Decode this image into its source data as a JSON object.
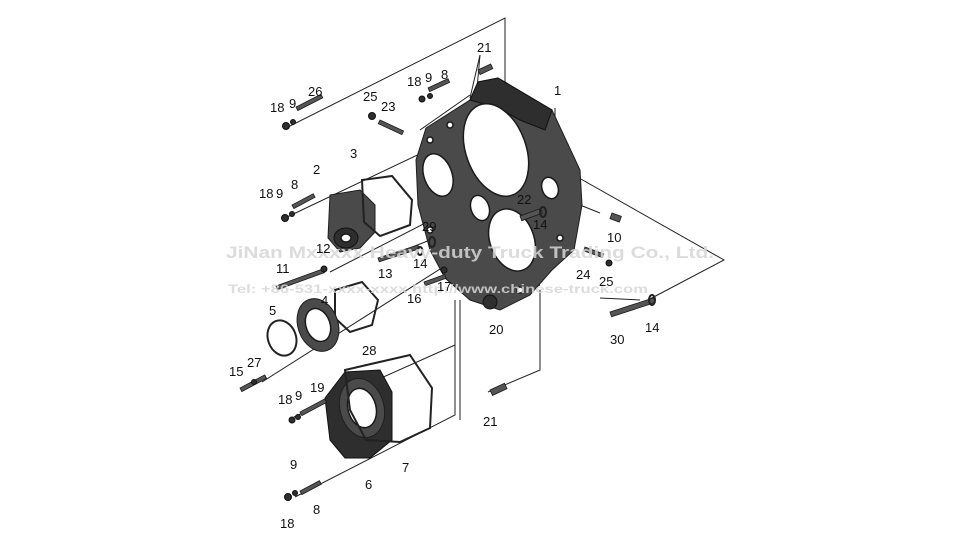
{
  "watermark": {
    "company": "JiNan Mxxxxx Heavy-duty Truck Trading Co., Ltd.",
    "contact": "Tel: +86-531-xxxx-xxxx  http://www.chinese-truck.com"
  },
  "callouts": [
    {
      "id": "c1",
      "text": "1"
    },
    {
      "id": "c2",
      "text": "2"
    },
    {
      "id": "c3",
      "text": "3"
    },
    {
      "id": "c4",
      "text": "4"
    },
    {
      "id": "c5",
      "text": "5"
    },
    {
      "id": "c6",
      "text": "6"
    },
    {
      "id": "c7",
      "text": "7"
    },
    {
      "id": "c8a",
      "text": "8"
    },
    {
      "id": "c8b",
      "text": "8"
    },
    {
      "id": "c8c",
      "text": "8"
    },
    {
      "id": "c9a",
      "text": "9"
    },
    {
      "id": "c9b",
      "text": "9"
    },
    {
      "id": "c9c",
      "text": "9"
    },
    {
      "id": "c9d",
      "text": "9"
    },
    {
      "id": "c9e",
      "text": "9"
    },
    {
      "id": "c10",
      "text": "10"
    },
    {
      "id": "c11",
      "text": "11"
    },
    {
      "id": "c12",
      "text": "12"
    },
    {
      "id": "c13",
      "text": "13"
    },
    {
      "id": "c14a",
      "text": "14"
    },
    {
      "id": "c14b",
      "text": "14"
    },
    {
      "id": "c14c",
      "text": "14"
    },
    {
      "id": "c15",
      "text": "15"
    },
    {
      "id": "c16",
      "text": "16"
    },
    {
      "id": "c17",
      "text": "17"
    },
    {
      "id": "c18a",
      "text": "18"
    },
    {
      "id": "c18b",
      "text": "18"
    },
    {
      "id": "c18c",
      "text": "18"
    },
    {
      "id": "c18d",
      "text": "18"
    },
    {
      "id": "c18e",
      "text": "18"
    },
    {
      "id": "c19",
      "text": "19"
    },
    {
      "id": "c20",
      "text": "20"
    },
    {
      "id": "c21a",
      "text": "21"
    },
    {
      "id": "c21b",
      "text": "21"
    },
    {
      "id": "c22",
      "text": "22"
    },
    {
      "id": "c23",
      "text": "23"
    },
    {
      "id": "c24",
      "text": "24"
    },
    {
      "id": "c25a",
      "text": "25"
    },
    {
      "id": "c25b",
      "text": "25"
    },
    {
      "id": "c26",
      "text": "26"
    },
    {
      "id": "c27",
      "text": "27"
    },
    {
      "id": "c28",
      "text": "28"
    },
    {
      "id": "c29",
      "text": "29"
    },
    {
      "id": "c30",
      "text": "30"
    }
  ]
}
